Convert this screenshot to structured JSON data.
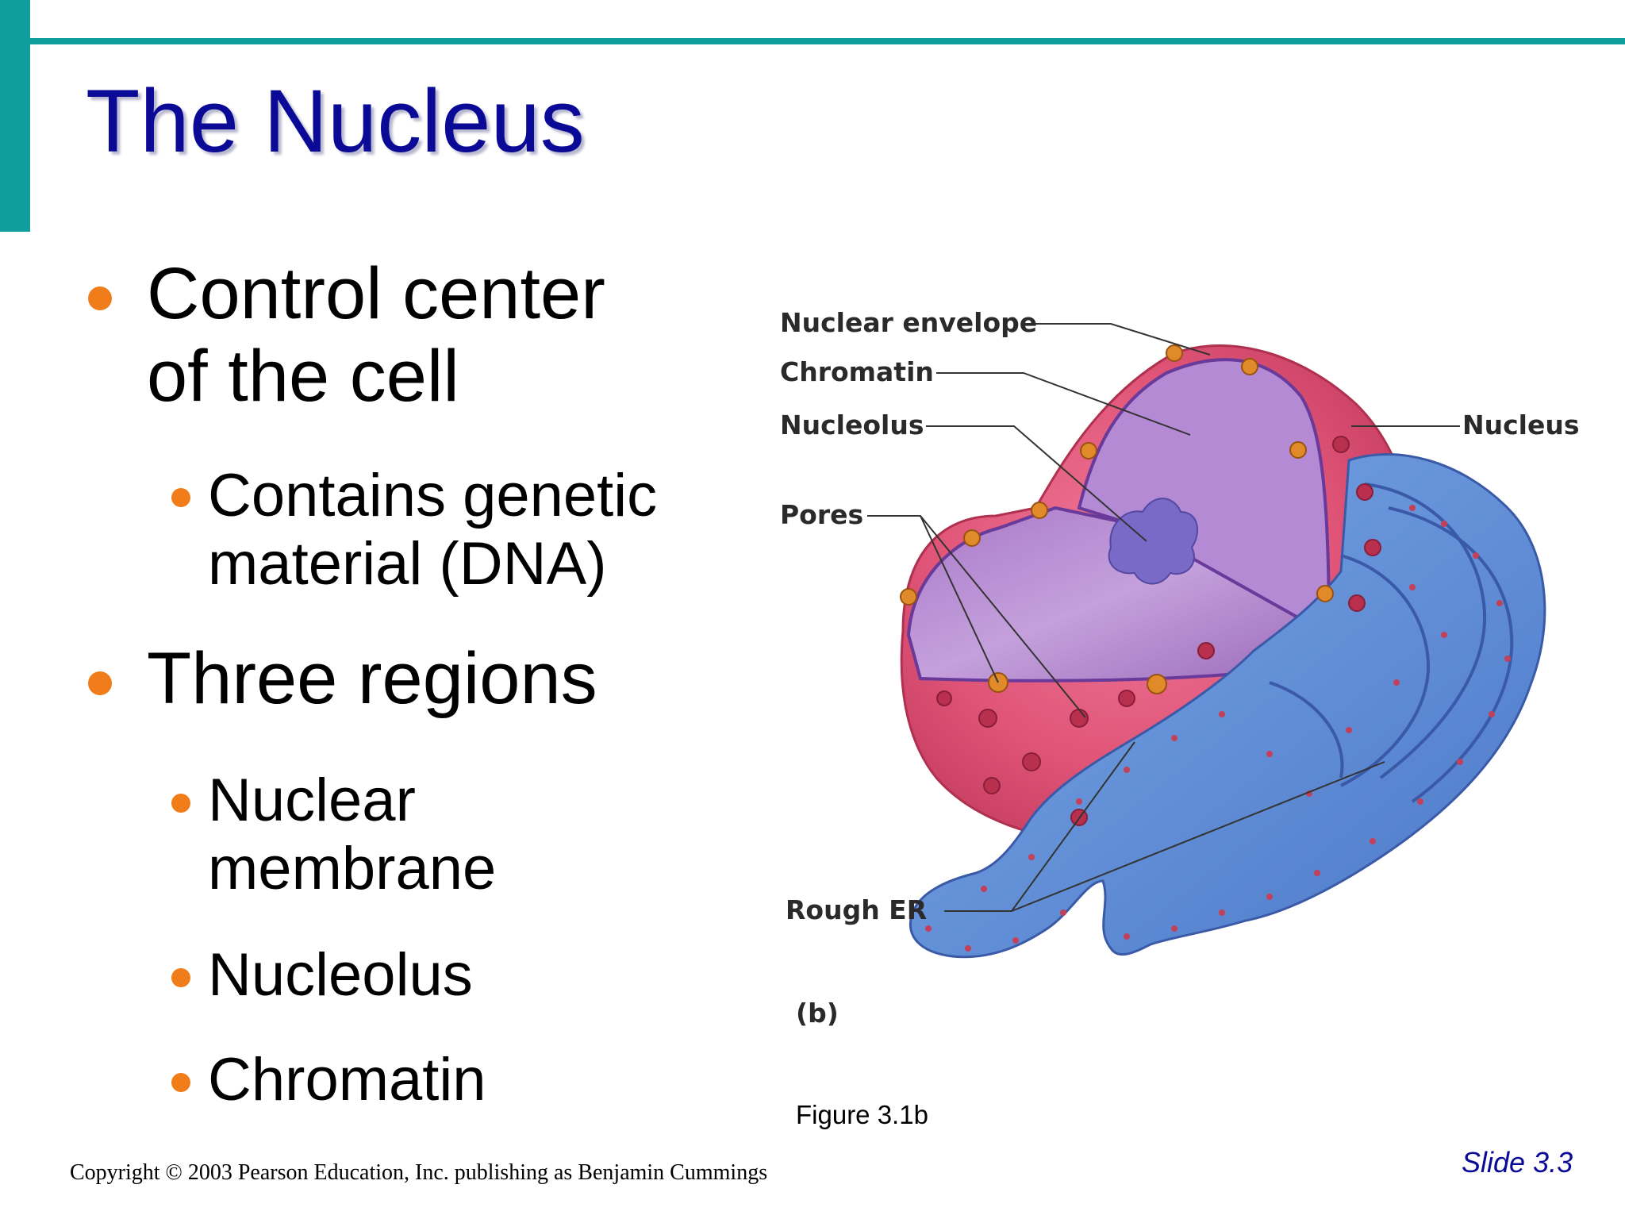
{
  "slide": {
    "title": "The Nucleus",
    "bullets": [
      {
        "line1": "Control center",
        "line2": "of the cell"
      },
      {
        "sub_line1": "Contains genetic",
        "sub_line2": "material (DNA)"
      },
      {
        "line1": "Three regions"
      },
      {
        "sub_line1": "Nuclear",
        "sub_line2": "membrane"
      },
      {
        "sub_line1": "Nucleolus"
      },
      {
        "sub_line1": "Chromatin"
      }
    ],
    "accent_color": "#0f9e9c",
    "title_color": "#0a0a96",
    "bullet_color": "#f07d1a"
  },
  "figure": {
    "labels": {
      "nuclear_envelope": "Nuclear envelope",
      "chromatin": "Chromatin",
      "nucleolus": "Nucleolus",
      "pores": "Pores",
      "nucleus": "Nucleus",
      "rough_er": "Rough ER",
      "panel": "(b)"
    },
    "caption": "Figure 3.1b"
  },
  "footer": {
    "copyright": "Copyright © 2003 Pearson Education, Inc. publishing as Benjamin Cummings",
    "slide_number": "Slide 3.3"
  }
}
